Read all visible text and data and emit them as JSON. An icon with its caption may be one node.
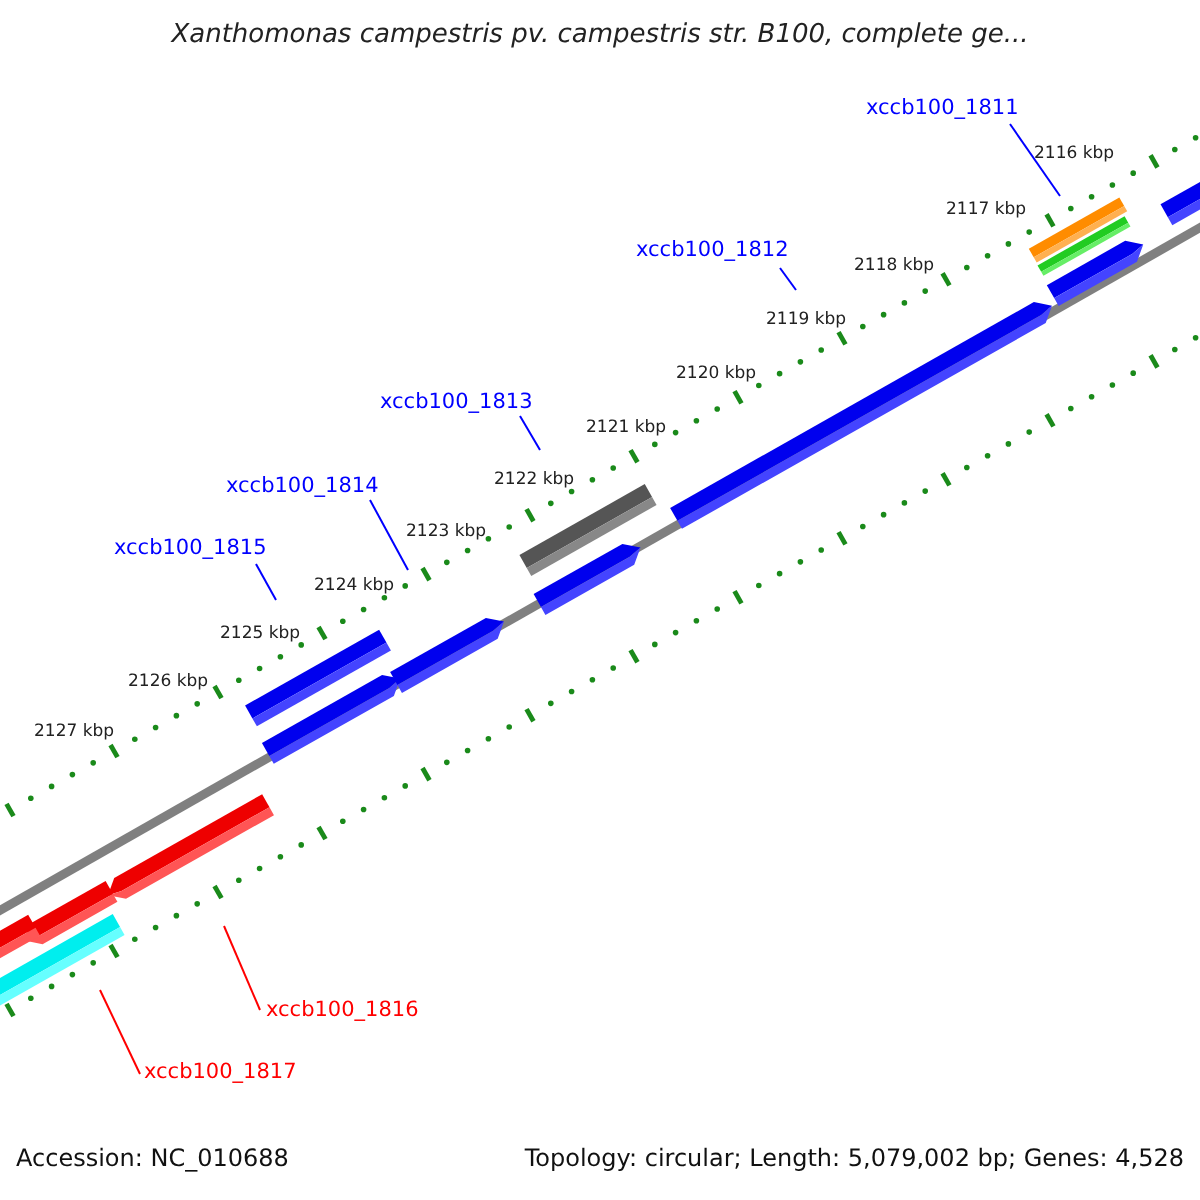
{
  "diagram": {
    "title": "Xanthomonas campestris pv. campestris str. B100, complete ge...",
    "nodes": [
      {
        "text": [
          "xccb100_1811"
        ]
      },
      {
        "text": [
          "xccb100_1812"
        ]
      },
      {
        "text": [
          "xccb100_1813"
        ]
      },
      {
        "text": [
          "xccb100_1814"
        ]
      },
      {
        "text": [
          "xccb100_1815"
        ]
      },
      {
        "text": [
          "xccb100_1816"
        ]
      },
      {
        "text": [
          "xccb100_1817"
        ]
      }
    ],
    "edges": [
      {
        "from": 0,
        "to": null,
        "arrow": "none"
      },
      {
        "from": 1,
        "to": null,
        "arrow": "none"
      },
      {
        "from": 2,
        "to": null,
        "arrow": "none"
      },
      {
        "from": 3,
        "to": null,
        "arrow": "none"
      },
      {
        "from": 4,
        "to": null,
        "arrow": "none"
      },
      {
        "from": 5,
        "to": null,
        "arrow": "none",
        "color": "#ff0000"
      },
      {
        "from": 6,
        "to": null,
        "arrow": "none",
        "color": "#ff0000"
      }
    ],
    "labels": [
      "2116 kbp",
      "2117 kbp",
      "2118 kbp",
      "2119 kbp",
      "2120 kbp",
      "2121 kbp",
      "2122 kbp",
      "2123 kbp",
      "2124 kbp",
      "2125 kbp",
      "2126 kbp",
      "2127 kbp",
      "Accession: NC_010688",
      "Topology: circular; Length: 5,079,002 bp; Genes: 4,528"
    ]
  }
}
